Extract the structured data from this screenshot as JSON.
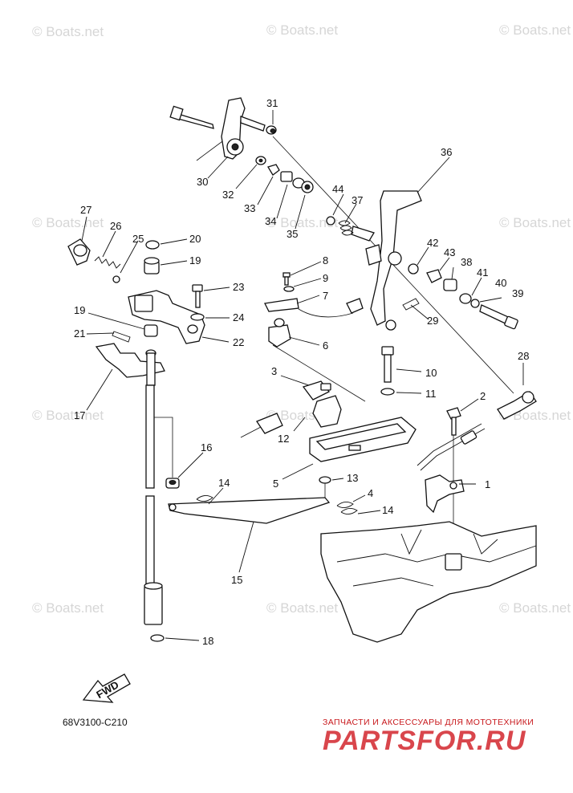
{
  "diagram": {
    "callouts": [
      "1",
      "2",
      "3",
      "4",
      "5",
      "6",
      "7",
      "8",
      "9",
      "10",
      "11",
      "12",
      "13",
      "14",
      "14",
      "15",
      "16",
      "17",
      "18",
      "19",
      "19",
      "20",
      "21",
      "22",
      "23",
      "24",
      "25",
      "26",
      "27",
      "28",
      "29",
      "30",
      "31",
      "32",
      "33",
      "34",
      "35",
      "36",
      "37",
      "38",
      "39",
      "40",
      "41",
      "42",
      "43",
      "44"
    ],
    "fwd_label": "FWD",
    "part_code": "68V3100-C210",
    "watermark": "© Boats.net"
  },
  "shop": {
    "tagline": "ЗАПЧАСТИ И АКСЕССУАРЫ ДЛЯ МОТОТЕХНИКИ",
    "logo": "PARTSFOR.RU",
    "logo_color": "#d9464c",
    "tagline_color": "#c8181c"
  }
}
